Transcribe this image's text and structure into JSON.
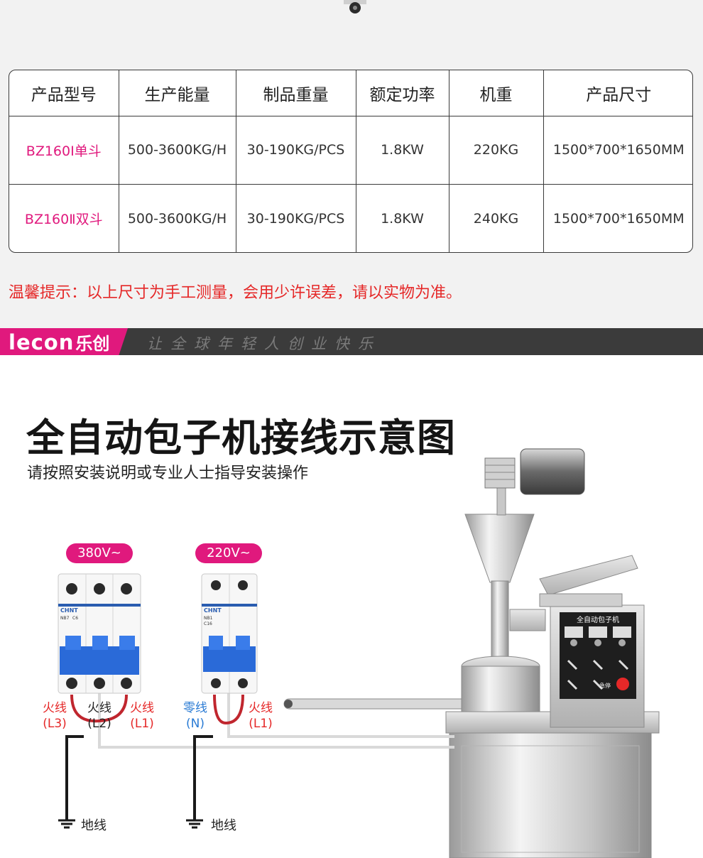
{
  "spec_table": {
    "headers": [
      "产品型号",
      "生产能量",
      "制品重量",
      "额定功率",
      "机重",
      "产品尺寸"
    ],
    "rows": [
      [
        "BZ160Ⅰ单斗",
        "500-3600KG/H",
        "30-190KG/PCS",
        "1.8KW",
        "220KG",
        "1500*700*1650MM"
      ],
      [
        "BZ160Ⅱ双斗",
        "500-3600KG/H",
        "30-190KG/PCS",
        "1.8KW",
        "240KG",
        "1500*700*1650MM"
      ]
    ]
  },
  "notice": "温馨提示：以上尺寸为手工测量，会用少许误差，请以实物为准。",
  "brand": {
    "logo_latin": "lecon",
    "logo_cn": "乐创",
    "slogan": "让全球年轻人创业快乐"
  },
  "wiring": {
    "title": "全自动包子机接线示意图",
    "subtitle": "请按照安装说明或专业人士指导安装操作",
    "breaker_380": {
      "voltage": "380V~",
      "brand": "CHNT",
      "model": "NB7",
      "rating": "C6",
      "wires": [
        {
          "name": "火线",
          "code": "(L3)"
        },
        {
          "name": "火线",
          "code": "(L2)"
        },
        {
          "name": "火线",
          "code": "(L1)"
        }
      ],
      "ground": "地线"
    },
    "breaker_220": {
      "voltage": "220V~",
      "brand": "CHNT",
      "model": "NB1",
      "rating": "C16",
      "wires": [
        {
          "name": "零线",
          "code": "(N)"
        },
        {
          "name": "火线",
          "code": "(L1)"
        }
      ],
      "ground": "地线"
    },
    "machine_panel_label": "全自动包子机",
    "machine_button_label": "急停"
  },
  "colors": {
    "accent_pink": "#e0197d",
    "notice_red": "#e52828",
    "neutral_blue": "#2a7bd4",
    "brand_bar": "#3b3b3b"
  }
}
